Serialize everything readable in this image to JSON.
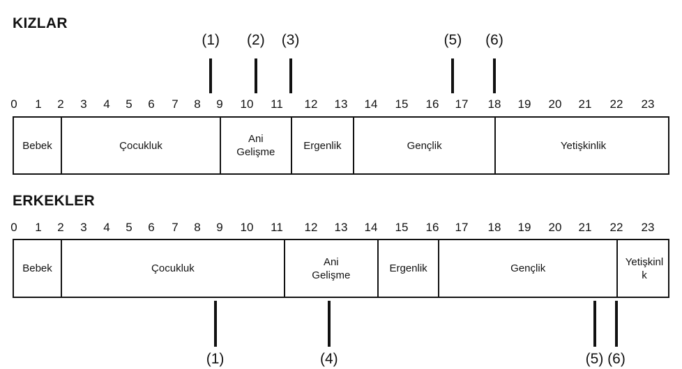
{
  "girls": {
    "title": "KIZLAR",
    "ages": [
      "0",
      "1",
      "2",
      "3",
      "4",
      "5",
      "6",
      "7",
      "8",
      "9",
      "10",
      "11",
      "12",
      "13",
      "14",
      "15",
      "16",
      "17",
      "18",
      "19",
      "20",
      "21",
      "22",
      "23"
    ],
    "segments": [
      {
        "label": "Bebek",
        "start": 0,
        "end": 2
      },
      {
        "label": "Çocukluk",
        "start": 2,
        "end": 9
      },
      {
        "label": "Ani\nGelişme",
        "start": 9,
        "end": 11.4
      },
      {
        "label": "Ergenlik",
        "start": 11.4,
        "end": 13.4
      },
      {
        "label": "Gençlik",
        "start": 13.4,
        "end": 18
      },
      {
        "label": "Yetişkinlik",
        "start": 18,
        "end": 23.8
      }
    ],
    "markers": [
      {
        "label": "(1)",
        "age": 8.6
      },
      {
        "label": "(2)",
        "age": 10.3
      },
      {
        "label": "(3)",
        "age": 11.4
      },
      {
        "label": "(5)",
        "age": 16.7
      },
      {
        "label": "(6)",
        "age": 18
      }
    ]
  },
  "boys": {
    "title": "ERKEKLER",
    "ages": [
      "0",
      "1",
      "2",
      "3",
      "4",
      "5",
      "6",
      "7",
      "8",
      "9",
      "10",
      "11",
      "12",
      "13",
      "14",
      "15",
      "16",
      "17",
      "18",
      "19",
      "20",
      "21",
      "22",
      "23"
    ],
    "segments": [
      {
        "label": "Bebek",
        "start": 0,
        "end": 2
      },
      {
        "label": "Çocukluk",
        "start": 2,
        "end": 11.2
      },
      {
        "label": "Ani\nGelişme",
        "start": 11.2,
        "end": 14.2
      },
      {
        "label": "Ergenlik",
        "start": 14.2,
        "end": 16.2
      },
      {
        "label": "Gençlik",
        "start": 16.2,
        "end": 22
      },
      {
        "label": "Yetişkinl\nk",
        "start": 22,
        "end": 23.8
      }
    ],
    "markers": [
      {
        "label": "(1)",
        "age": 8.8
      },
      {
        "label": "(4)",
        "age": 12.6
      },
      {
        "label": "(5)",
        "age": 21.3
      },
      {
        "label": "(6)",
        "age": 22
      }
    ]
  }
}
